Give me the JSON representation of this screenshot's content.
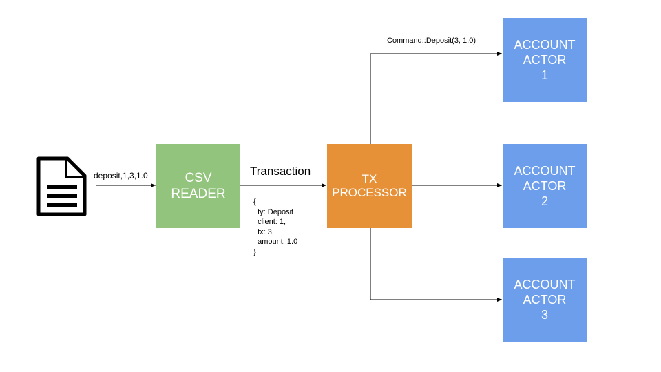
{
  "colors": {
    "csv_reader": "#93c47d",
    "tx_processor": "#e69138",
    "account_actor": "#6d9eeb",
    "document": "#000000",
    "arrow": "#000000"
  },
  "document": {
    "icon": "document-icon"
  },
  "input_label": "deposit,1,3,1.0",
  "csv_reader": {
    "line1": "CSV",
    "line2": "READER"
  },
  "transaction_label": "Transaction",
  "payload": {
    "open": "{",
    "ty": "ty: Deposit",
    "client": "client: 1,",
    "tx": "tx: 3,",
    "amount": "amount: 1.0",
    "close": "}"
  },
  "tx_processor": {
    "line1": "TX",
    "line2": "PROCESSOR"
  },
  "command_label": "Command::Deposit(3, 1.0)",
  "actors": [
    {
      "line1": "ACCOUNT",
      "line2": "ACTOR",
      "line3": "1"
    },
    {
      "line1": "ACCOUNT",
      "line2": "ACTOR",
      "line3": "2"
    },
    {
      "line1": "ACCOUNT",
      "line2": "ACTOR",
      "line3": "3"
    }
  ]
}
